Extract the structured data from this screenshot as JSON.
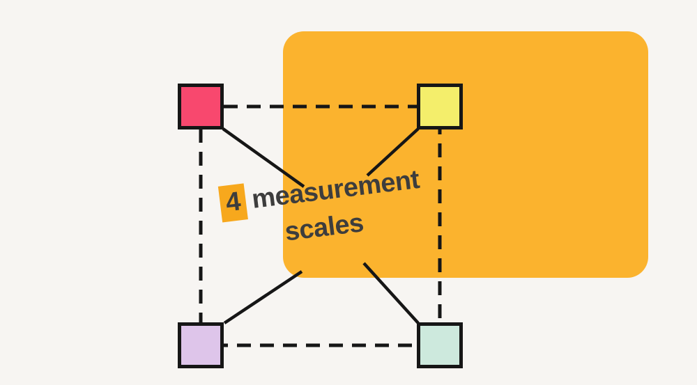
{
  "canvas": {
    "bg": "#f7f5f2"
  },
  "panel": {
    "color": "#fbb32e"
  },
  "title": {
    "number": "4",
    "line1": "measurement",
    "line2": "scales",
    "highlight_color": "#f7a81d",
    "text_color": "#3d3d3d"
  },
  "diagram": {
    "line_color": "#161616",
    "corners": [
      {
        "id": "top-left",
        "color": "#f8486e"
      },
      {
        "id": "top-right",
        "color": "#f4ee6b"
      },
      {
        "id": "bottom-left",
        "color": "#dec5ea"
      },
      {
        "id": "bottom-right",
        "color": "#cde9dd"
      }
    ]
  }
}
